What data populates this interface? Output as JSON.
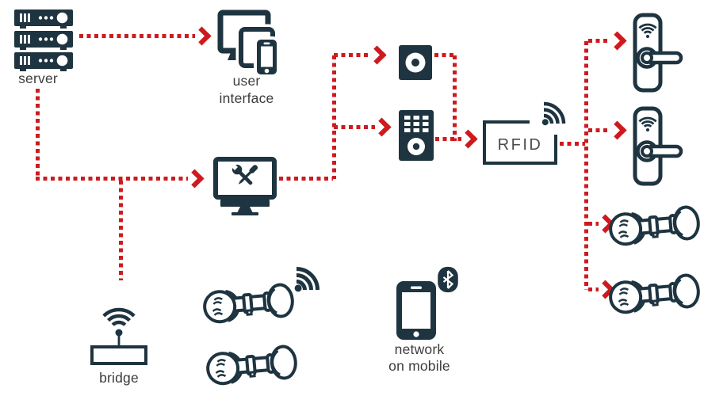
{
  "colors": {
    "accent": "#ce1a1f",
    "icon": "#1e3440",
    "label": "#3c3c3c",
    "rfid_text": "#4a4a4a",
    "background": "#ffffff"
  },
  "nodes": {
    "server": {
      "label": "server",
      "icon": "server-rack-icon"
    },
    "user_interface": {
      "label_line1": "user",
      "label_line2": "interface",
      "icon": "multi-device-icon"
    },
    "config_terminal": {
      "icon": "monitor-tools-icon"
    },
    "wall_reader": {
      "icon": "round-reader-icon"
    },
    "keypad_reader": {
      "icon": "keypad-reader-icon"
    },
    "rfid": {
      "label": "RFID",
      "icon": "wifi-icon"
    },
    "door_handle_1": {
      "icon": "smart-door-handle-icon"
    },
    "door_handle_2": {
      "icon": "smart-door-handle-icon"
    },
    "cylinder_right_1": {
      "icon": "lock-cylinder-icon"
    },
    "cylinder_right_2": {
      "icon": "lock-cylinder-icon"
    },
    "bridge": {
      "label": "bridge",
      "icon": "wifi-bridge-icon"
    },
    "cylinder_wifi": {
      "icon": "lock-cylinder-icon",
      "badge": "wifi-signal-icon"
    },
    "cylinder_plain": {
      "icon": "lock-cylinder-icon"
    },
    "network_on_mobile": {
      "label_line1": "network",
      "label_line2": "on mobile",
      "icon": "smartphone-icon",
      "badge": "bluetooth-icon"
    }
  }
}
